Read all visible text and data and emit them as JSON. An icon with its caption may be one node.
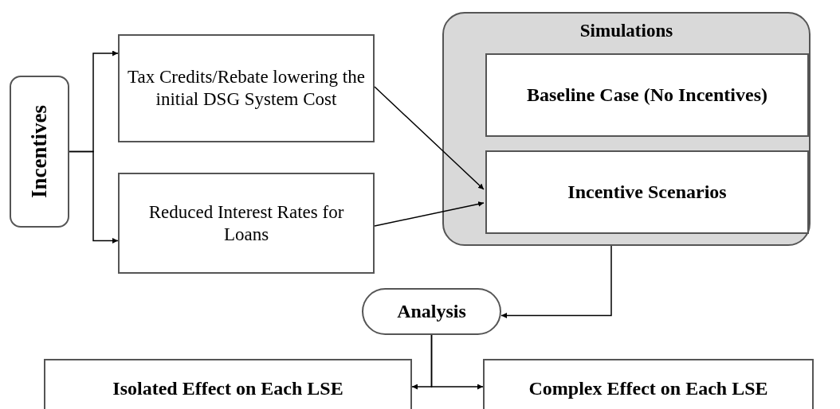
{
  "diagram": {
    "nodes": [
      {
        "text": [
          "Incentives"
        ]
      },
      {
        "text": [
          "Tax Credits/Rebate lowering the initial DSG System Cost"
        ]
      },
      {
        "text": [
          "Reduced Interest Rates for Loans"
        ]
      },
      {
        "text": [
          "Simulations"
        ]
      },
      {
        "text": [
          "Baseline Case (No Incentives)"
        ],
        "in": 3
      },
      {
        "text": [
          "Incentive Scenarios"
        ],
        "in": 3
      },
      {
        "text": [
          "Analysis"
        ]
      },
      {
        "text": [
          "Isolated Effect on Each LSE"
        ]
      },
      {
        "text": [
          "Complex Effect on Each LSE"
        ]
      }
    ],
    "edges": [
      {
        "from": 0,
        "to": 1,
        "arrow": "to"
      },
      {
        "from": 0,
        "to": 2,
        "arrow": "to"
      },
      {
        "from": 1,
        "to": 5,
        "arrow": "to"
      },
      {
        "from": 2,
        "to": 5,
        "arrow": "to"
      },
      {
        "from": 3,
        "to": 6,
        "arrow": "to"
      },
      {
        "from": 6,
        "to": 7,
        "arrow": "to"
      },
      {
        "from": 6,
        "to": 8,
        "arrow": "to"
      }
    ]
  }
}
